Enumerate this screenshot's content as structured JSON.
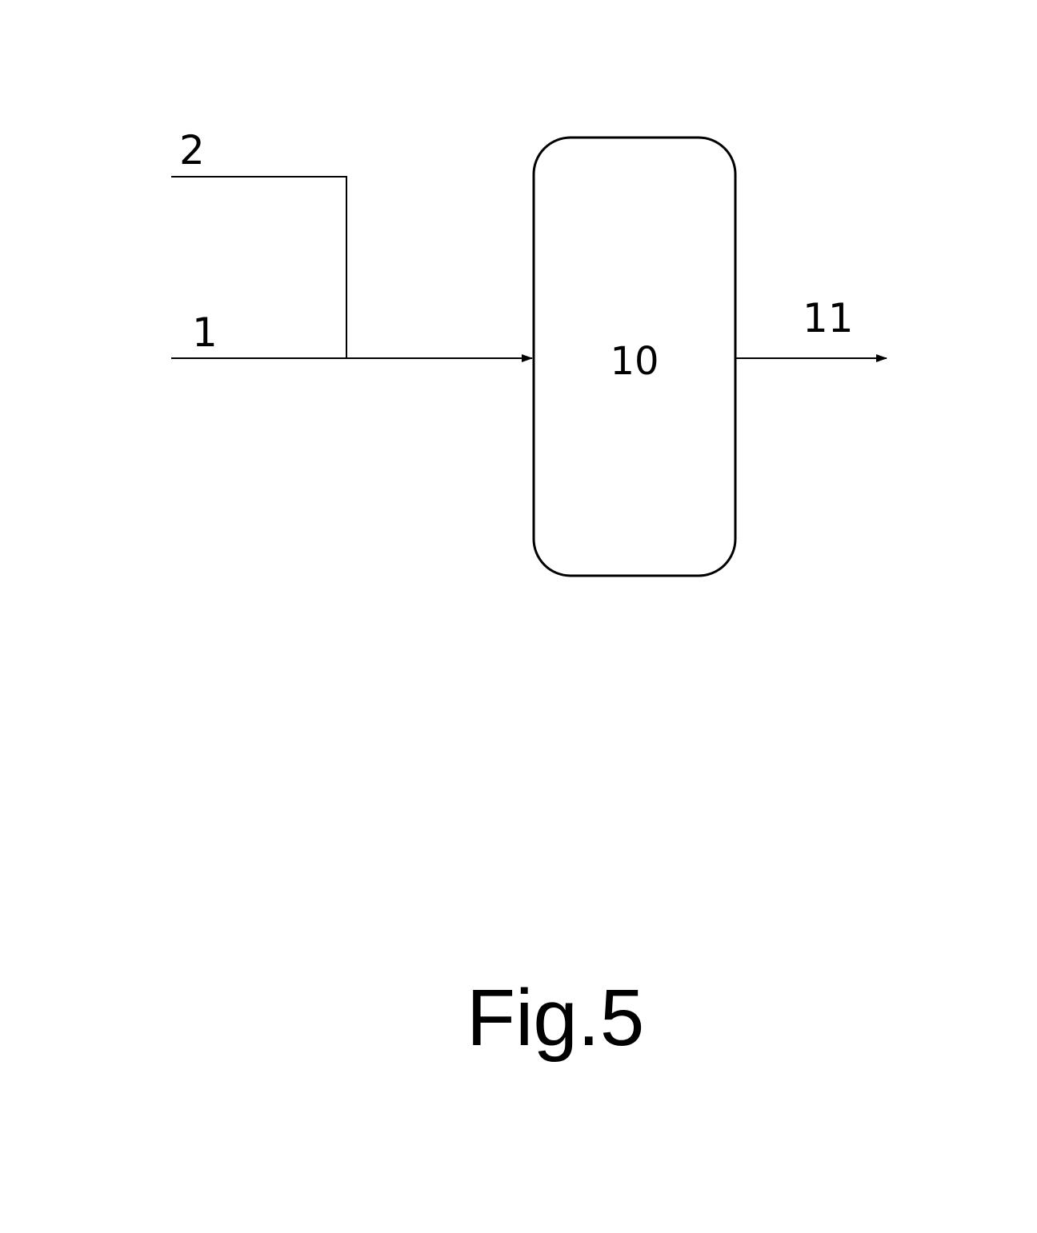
{
  "streams": {
    "stream_1": "1",
    "stream_2": "2",
    "stream_11": "11"
  },
  "unit": {
    "label": "10"
  },
  "caption": "Fig.5",
  "colors": {
    "ink": "#000000",
    "background": "#ffffff"
  }
}
